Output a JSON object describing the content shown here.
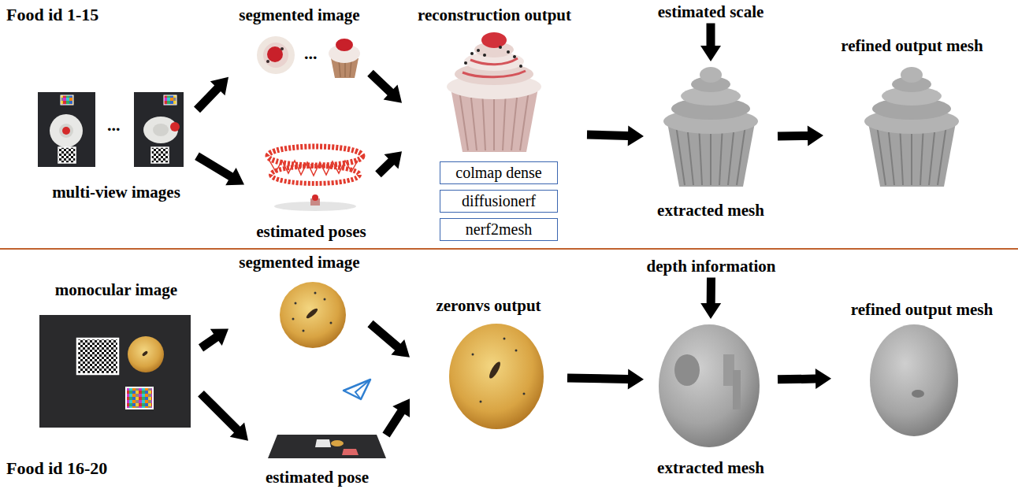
{
  "diagram": {
    "nodes": [
      {
        "text": [
          "multi-view images"
        ]
      },
      {
        "text": [
          "segmented image"
        ]
      },
      {
        "text": [
          "estimated poses"
        ]
      },
      {
        "text": [
          "reconstruction output"
        ]
      },
      {
        "text": [
          "colmap dense"
        ]
      },
      {
        "text": [
          "diffusionerf"
        ]
      },
      {
        "text": [
          "nerf2mesh"
        ]
      },
      {
        "text": [
          "estimated scale"
        ]
      },
      {
        "text": [
          "extracted mesh"
        ]
      },
      {
        "text": [
          "refined output mesh"
        ]
      },
      {
        "text": [
          "monocular image"
        ]
      },
      {
        "text": [
          "segmented image"
        ]
      },
      {
        "text": [
          "estimated pose"
        ]
      },
      {
        "text": [
          "zeronvs output"
        ]
      },
      {
        "text": [
          "depth information"
        ]
      },
      {
        "text": [
          "extracted mesh"
        ]
      },
      {
        "text": [
          "refined output mesh"
        ]
      }
    ],
    "edges": [
      {
        "from": 0,
        "to": 1,
        "arrow": "to"
      },
      {
        "from": 0,
        "to": 2,
        "arrow": "to"
      },
      {
        "from": 1,
        "to": 3,
        "arrow": "to"
      },
      {
        "from": 2,
        "to": 3,
        "arrow": "to"
      },
      {
        "from": 3,
        "to": 8,
        "arrow": "to"
      },
      {
        "from": 7,
        "to": 8,
        "arrow": "to"
      },
      {
        "from": 8,
        "to": 9,
        "arrow": "to"
      },
      {
        "from": 10,
        "to": 11,
        "arrow": "to"
      },
      {
        "from": 10,
        "to": 12,
        "arrow": "to"
      },
      {
        "from": 11,
        "to": 13,
        "arrow": "to"
      },
      {
        "from": 12,
        "to": 13,
        "arrow": "to"
      },
      {
        "from": 13,
        "to": 15,
        "arrow": "to"
      },
      {
        "from": 14,
        "to": 15,
        "arrow": "to"
      },
      {
        "from": 15,
        "to": 16,
        "arrow": "to"
      }
    ],
    "labels": [
      "Food id 1-15",
      "...",
      "...",
      "Food id 16-20"
    ]
  }
}
